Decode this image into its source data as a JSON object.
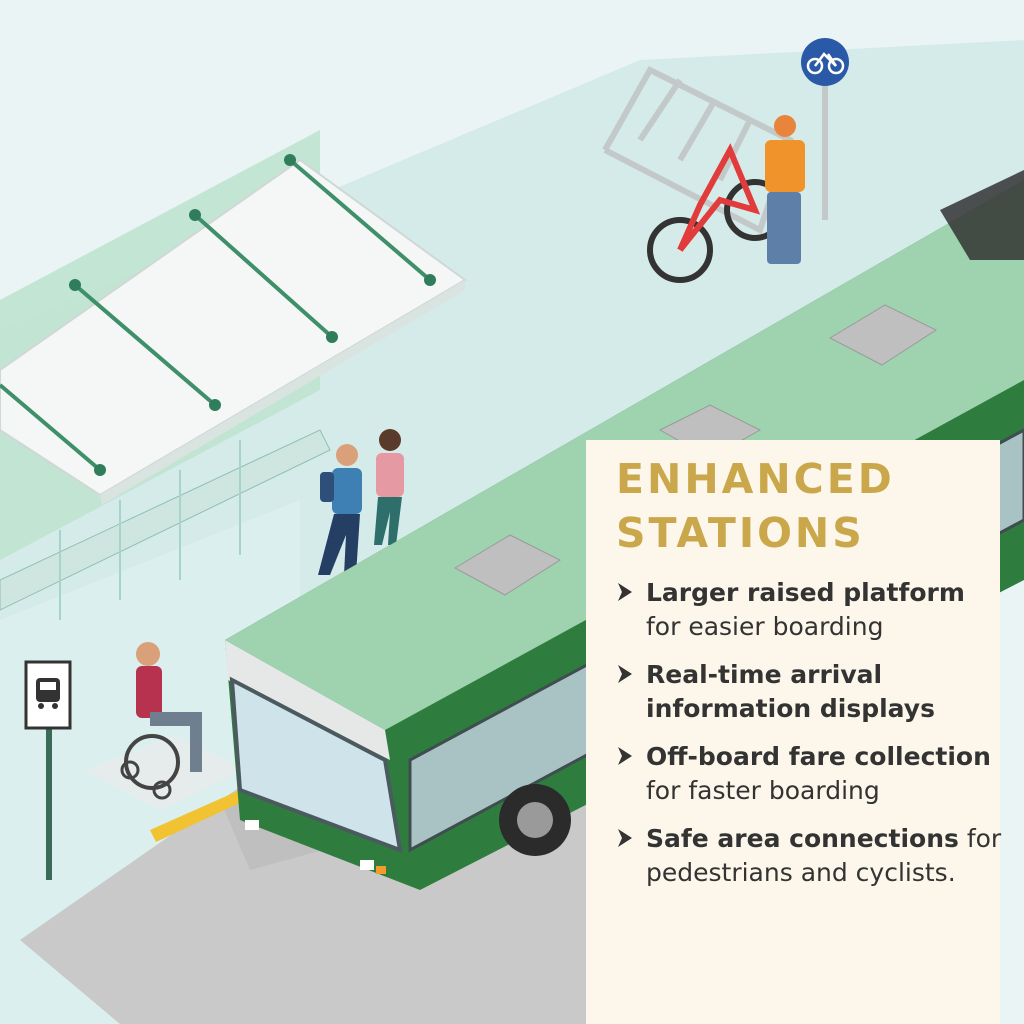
{
  "panel": {
    "title_line1": "ENHANCED",
    "title_line2": "STATIONS",
    "features": [
      {
        "strong": "Larger raised platform",
        "rest": " for easier boarding"
      },
      {
        "strong": "Real-time arrival information displays",
        "rest": ""
      },
      {
        "strong": "Off-board fare collection",
        "rest": " for faster boarding"
      },
      {
        "strong": "Safe area connections",
        "rest": " for pedestrians and cyclists."
      }
    ]
  },
  "colors": {
    "title_gold": "#c9a74a",
    "panel_bg": "#fcf7ea",
    "bus_green": "#2f7d3e",
    "bus_roof": "#9fd3b0",
    "platform": "#d4ebea",
    "road": "#c9c9c9"
  },
  "icons": {
    "bike_sign": "bicycle-sign-icon",
    "bus_sign": "bus-stop-sign-icon",
    "bullet": "chevron-right-icon"
  }
}
